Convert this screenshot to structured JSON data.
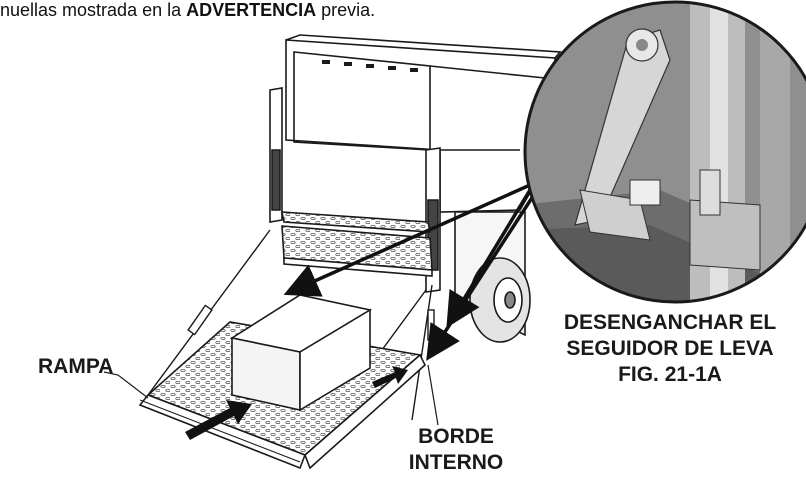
{
  "caption": {
    "text_before": "nuellas mostrada en la ",
    "bold_word": "ADVERTENCIA",
    "text_after": " previa."
  },
  "labels": {
    "ramp": "RAMPA",
    "detail_line1": "DESENGANCHAR EL",
    "detail_line2": "SEGUIDOR DE LEVA",
    "detail_line3": "FIG. 21-1A",
    "edge_line1": "BORDE",
    "edge_line2": "INTERNO"
  },
  "colors": {
    "line": "#1a1a1a",
    "detail_fill": "#8f8f8f",
    "arrow": "#111111"
  }
}
